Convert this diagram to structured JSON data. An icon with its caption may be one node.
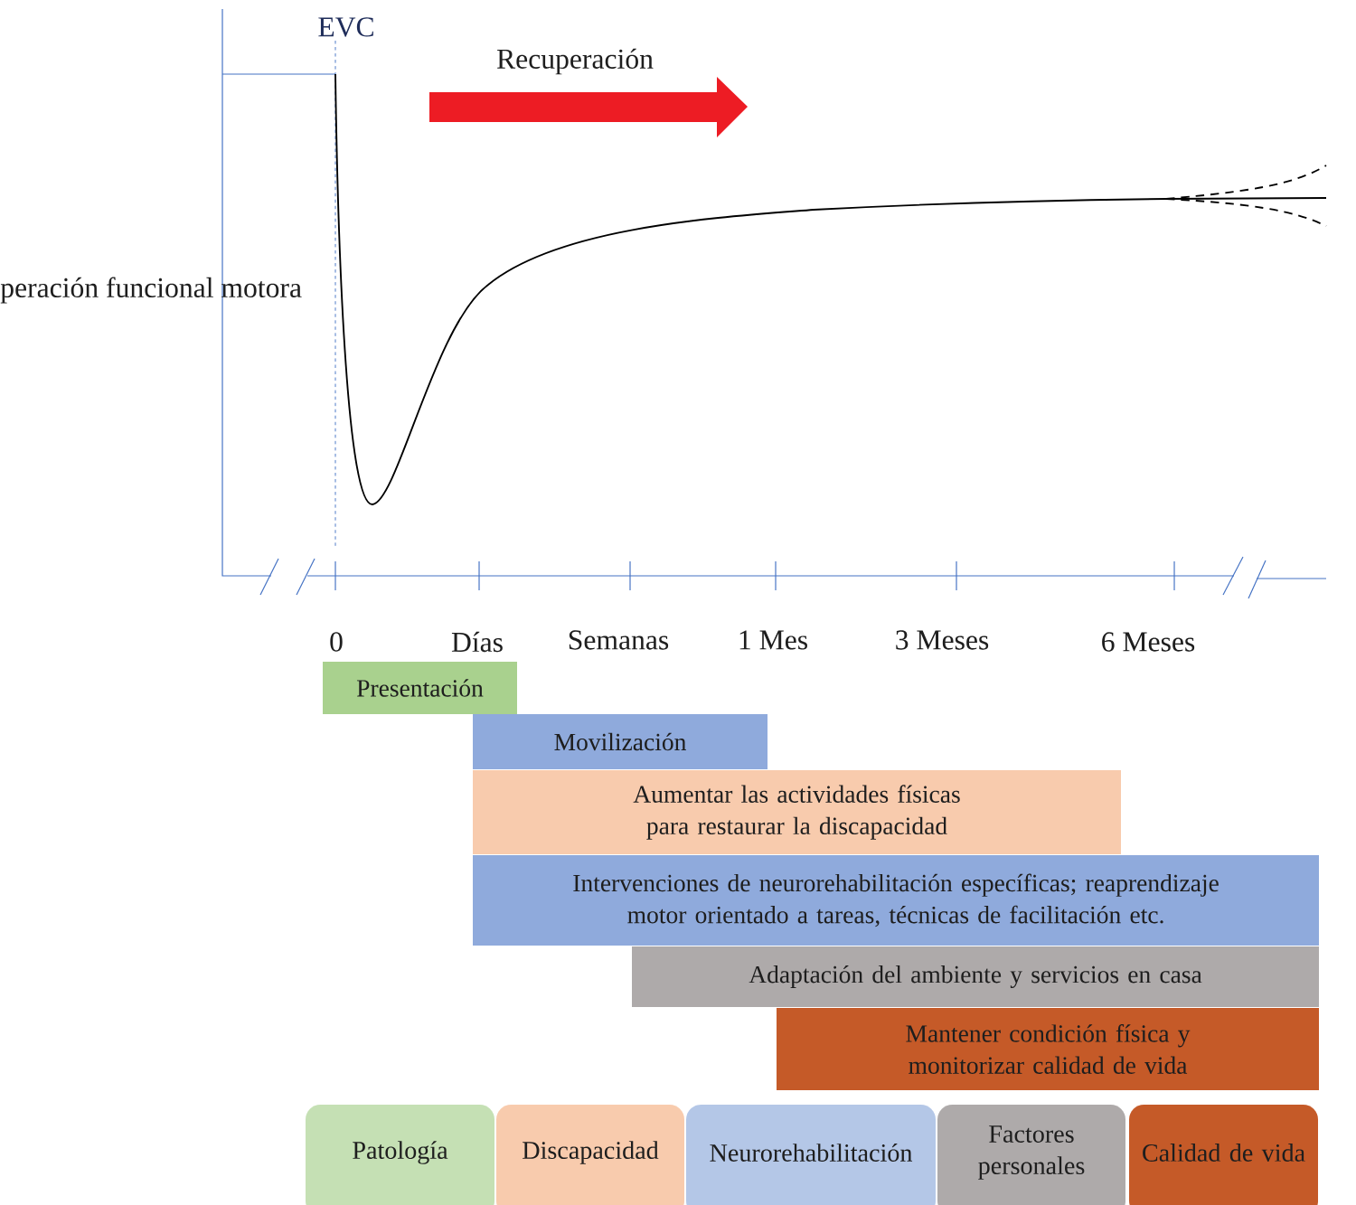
{
  "diagram": {
    "nodes": [
      {
        "text": [
          "Presentación"
        ]
      },
      {
        "text": [
          "Movilización"
        ]
      },
      {
        "text": [
          "Aumentar las actividades físicas para restaurar la discapacidad"
        ]
      },
      {
        "text": [
          "Intervenciones de neurorehabilitación específicas; reaprendizaje motor orientado a tareas, técnicas de facilitación etc."
        ]
      },
      {
        "text": [
          "Adaptación del ambiente y servicios en casa"
        ]
      },
      {
        "text": [
          "Mantener condición física y monitorizar calidad de vida"
        ]
      }
    ],
    "labels": [
      "EVC",
      "Recuperación",
      "peración funcional motora",
      "0",
      "Días",
      "Semanas",
      "1 Mes",
      "3 Meses",
      "6 Meses"
    ],
    "legend": [
      {
        "text": "Patología",
        "color": "#c5e0b4"
      },
      {
        "text": "Discapacidad",
        "color": "#f8cbad"
      },
      {
        "text": "Neurorehabilitación",
        "color": "#b4c7e7"
      },
      {
        "text": "Factores personales",
        "color": "#aeaaaa"
      },
      {
        "text": "Calidad de vida",
        "color": "#c55a28"
      }
    ]
  }
}
